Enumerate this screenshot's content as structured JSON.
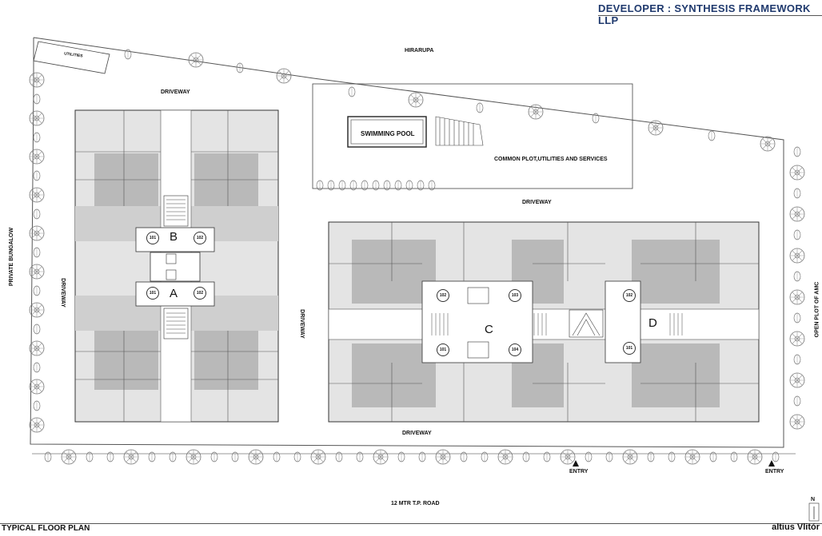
{
  "header": {
    "developer": "DEVELOPER : SYNTHESIS FRAMEWORK LLP"
  },
  "footer": {
    "title": "TYPICAL FLOOR PLAN",
    "brand": "altius Vlitór"
  },
  "labels": {
    "hirarupa": "HIRARUPA",
    "utilities": "UTILITIES",
    "driveway_top": "DRIVEWAY",
    "driveway_mid": "DRIVEWAY",
    "driveway_bottom": "DRIVEWAY",
    "driveway_left": "DRIVEWAY",
    "driveway_center": "DRIVEWAY",
    "private_bungalow": "PRIVATE BUNGALOW",
    "open_plot": "OPEN  PLOT OF AMC",
    "swimming_pool": "SWIMMING POOL",
    "common_plot": "COMMON PLOT,UTILITIES AND SERVICES",
    "road": "12 MTR T.P. ROAD",
    "entry_1": "ENTRY",
    "entry_2": "ENTRY",
    "north": "N"
  },
  "blocks": {
    "a": {
      "name": "A",
      "units": [
        "101",
        "102"
      ]
    },
    "b": {
      "name": "B",
      "units": [
        "101",
        "102"
      ]
    },
    "c": {
      "name": "C",
      "units": [
        "102",
        "103",
        "101",
        "104"
      ]
    },
    "d": {
      "name": "D",
      "units": [
        "102",
        "101"
      ]
    }
  },
  "colors": {
    "header_text": "#203a6e",
    "flat_dark": "#b9b9b9",
    "flat_light": "#e4e4e4"
  }
}
